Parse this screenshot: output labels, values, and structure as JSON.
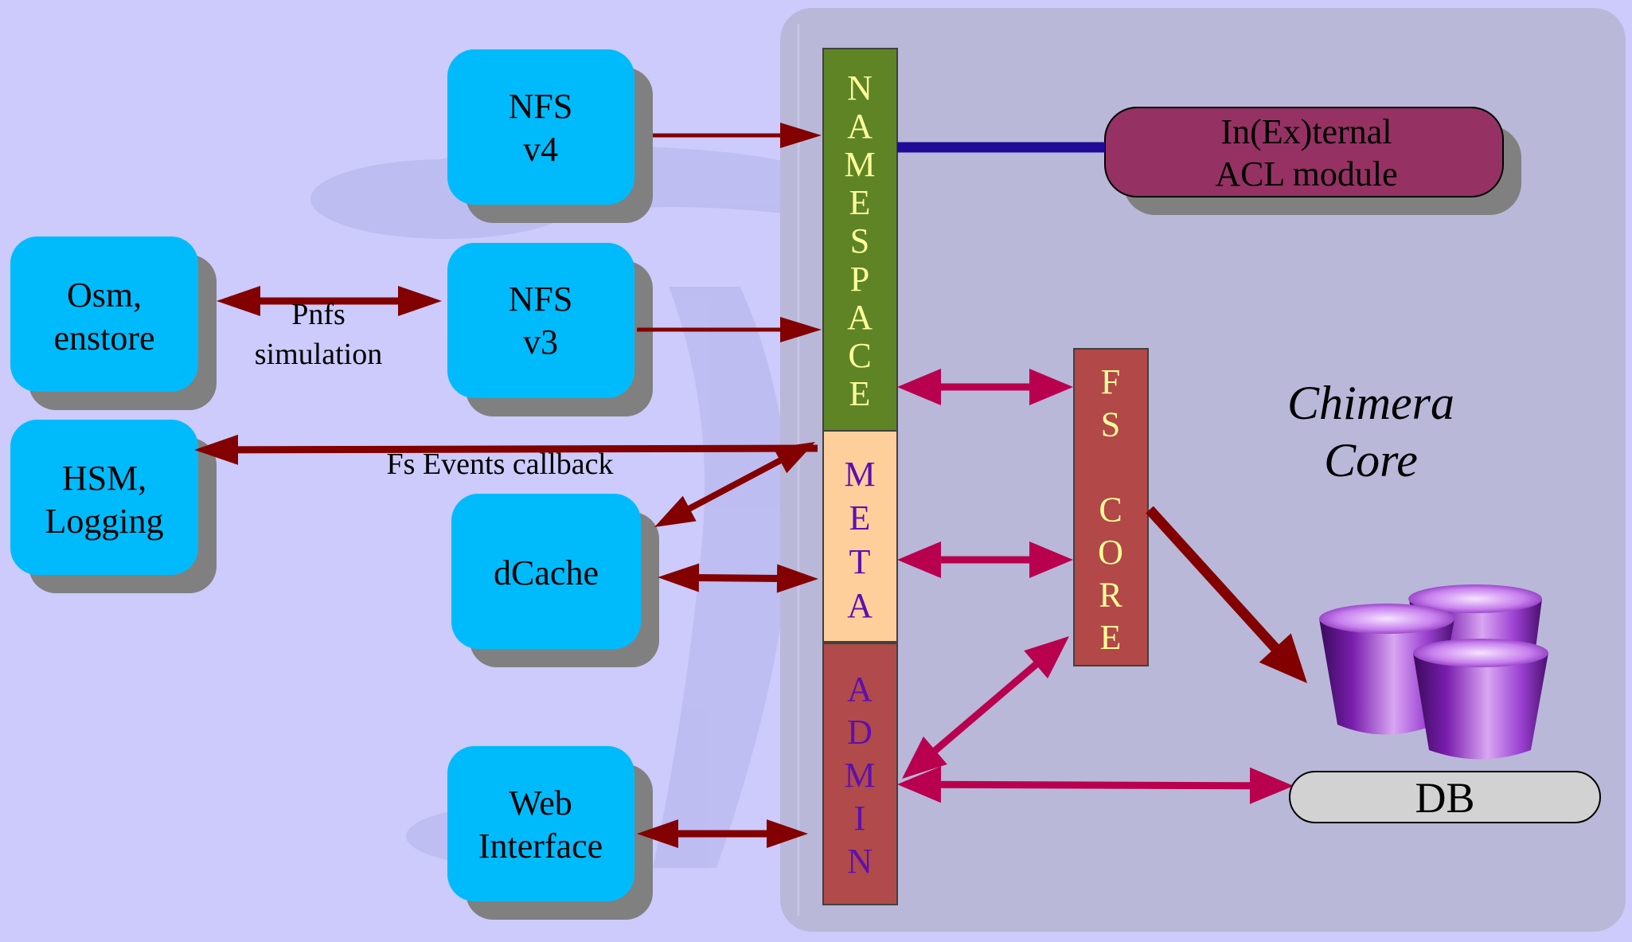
{
  "diagram": {
    "boxes": {
      "nfs_v4": [
        "NFS",
        "v4"
      ],
      "nfs_v3": [
        "NFS",
        "v3"
      ],
      "osm_enstore": [
        "Osm,",
        "enstore"
      ],
      "hsm_logging": [
        "HSM,",
        "Logging"
      ],
      "dcache": [
        "dCache"
      ],
      "web_interface": [
        "Web",
        "Interface"
      ],
      "acl_module": [
        "In(Ex)ternal",
        "ACL module"
      ],
      "db": "DB"
    },
    "columns": {
      "namespace": [
        "N",
        "A",
        "M",
        "E",
        "S",
        "P",
        "A",
        "C",
        "E"
      ],
      "meta": [
        "M",
        "E",
        "T",
        "A"
      ],
      "admin": [
        "A",
        "D",
        "M",
        "I",
        "N"
      ],
      "fs_core": [
        "F",
        "S",
        "",
        "C",
        "O",
        "R",
        "E"
      ]
    },
    "edge_labels": {
      "pnfs_simulation": [
        "Pnfs",
        "simulation"
      ],
      "fs_events_callback": "Fs Events callback"
    },
    "region_label": [
      "Chimera",
      "Core"
    ],
    "colors": {
      "background": "#cccbfb",
      "core_panel": "#b9b8d9",
      "client_box": "#00bbfb",
      "box_shadow": "#808080",
      "namespace": "#5e8426",
      "meta": "#fecf9a",
      "admin": "#b14a4a",
      "fs_core": "#b24848",
      "acl_module": "#953263",
      "db": "#d2d2d2",
      "arrow_dark": "#820000",
      "arrow_pink": "#b8004e",
      "acl_link": "#1f0a96",
      "column_text_light": "#fffe9a",
      "column_text_purple": "#5d10b0"
    }
  }
}
